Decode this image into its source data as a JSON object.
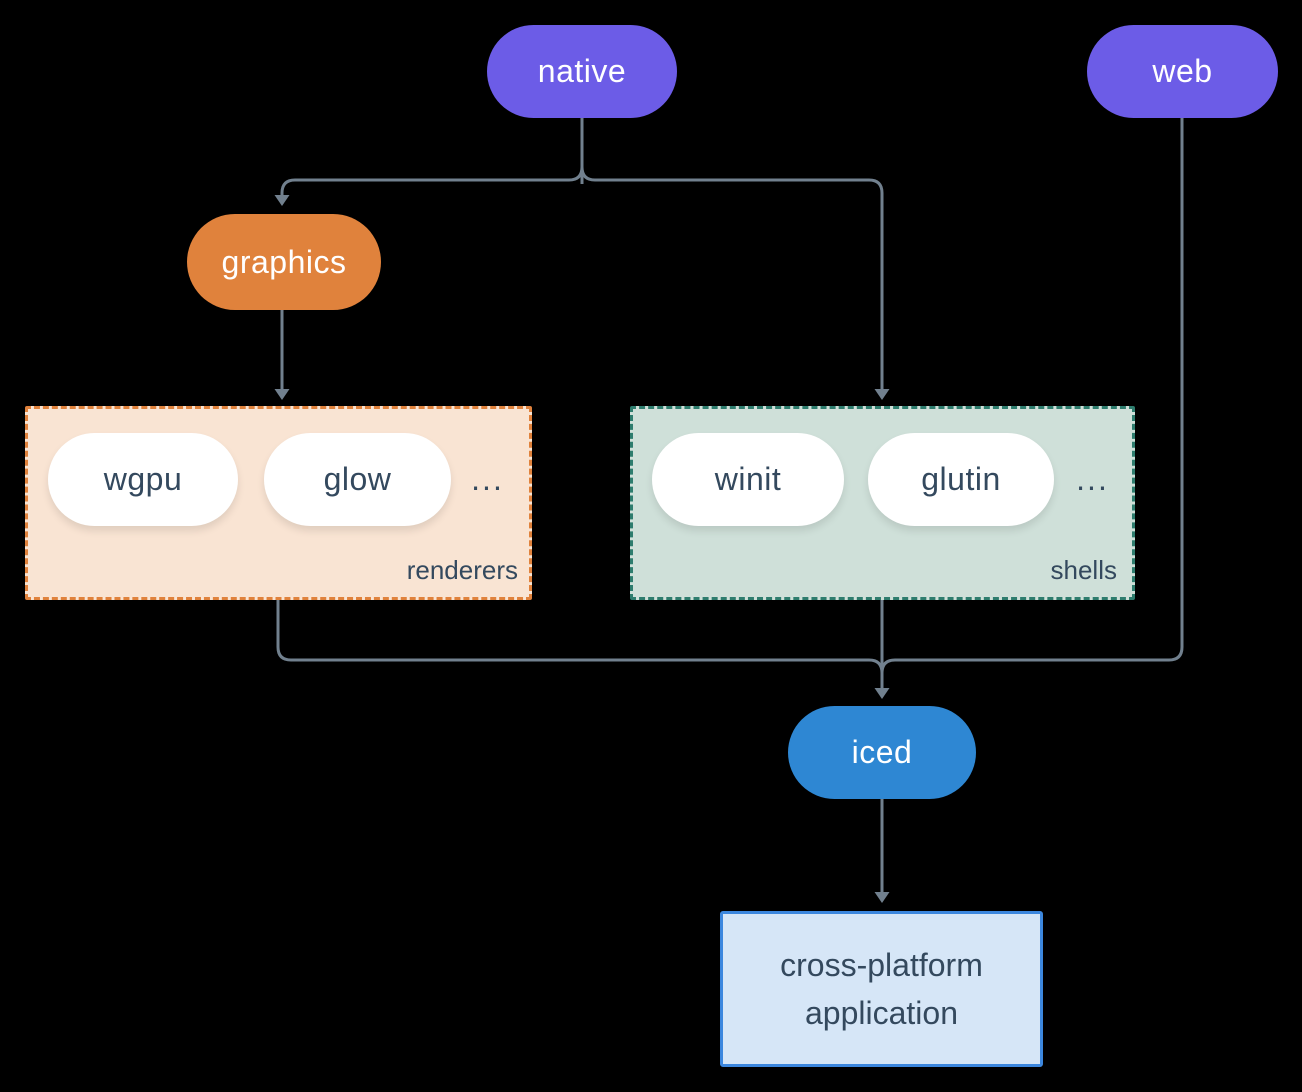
{
  "nodes": {
    "native": {
      "label": "native"
    },
    "web": {
      "label": "web"
    },
    "graphics": {
      "label": "graphics"
    },
    "wgpu": {
      "label": "wgpu"
    },
    "glow": {
      "label": "glow"
    },
    "winit": {
      "label": "winit"
    },
    "glutin": {
      "label": "glutin"
    },
    "iced": {
      "label": "iced"
    },
    "application": {
      "line1": "cross-platform",
      "line2": "application"
    }
  },
  "groups": {
    "renderers": {
      "label": "renderers",
      "ellipsis": "..."
    },
    "shells": {
      "label": "shells",
      "ellipsis": "..."
    }
  },
  "colors": {
    "background": "#000000",
    "purple": "#6C5CE7",
    "orange": "#E0823C",
    "blue": "#2E87D3",
    "connector": "#71808E",
    "text_dark": "#34495E",
    "renderers_fill": "#F9E4D3",
    "shells_fill": "#CFE0D9",
    "shells_border": "#2E7D6E",
    "app_fill": "#D6E6F7",
    "app_border": "#3C87DE"
  }
}
